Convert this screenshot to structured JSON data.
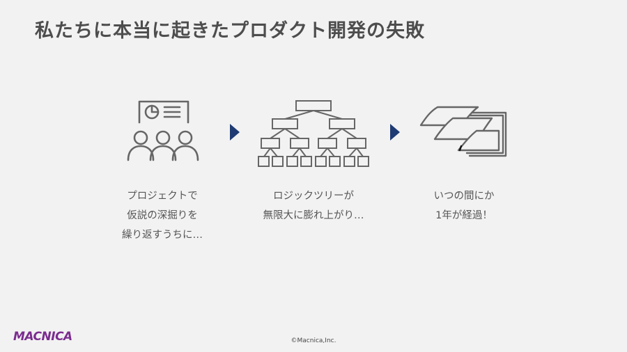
{
  "slide": {
    "title": "私たちに本当に起きたプロダクト開発の失敗"
  },
  "steps": [
    {
      "icon": "presentation-meeting-icon",
      "caption_lines": [
        "プロジェクトで",
        "仮説の深掘りを",
        "繰り返すうちに…"
      ]
    },
    {
      "icon": "logic-tree-icon",
      "caption_lines": [
        "ロジックツリーが",
        "無限大に膨れ上がり…"
      ]
    },
    {
      "icon": "flipping-calendar-icon",
      "caption_lines": [
        "いつの間にか",
        "1年が経過！"
      ]
    }
  ],
  "arrow_icon": "chevron-right-icon",
  "footer": {
    "logo": "MACNICA",
    "copyright": "©Macnica,Inc."
  },
  "colors": {
    "background": "#f2f2f2",
    "icon_gray": "#666666",
    "arrow_navy": "#1f3b73",
    "brand_purple": "#7b2c8f"
  }
}
